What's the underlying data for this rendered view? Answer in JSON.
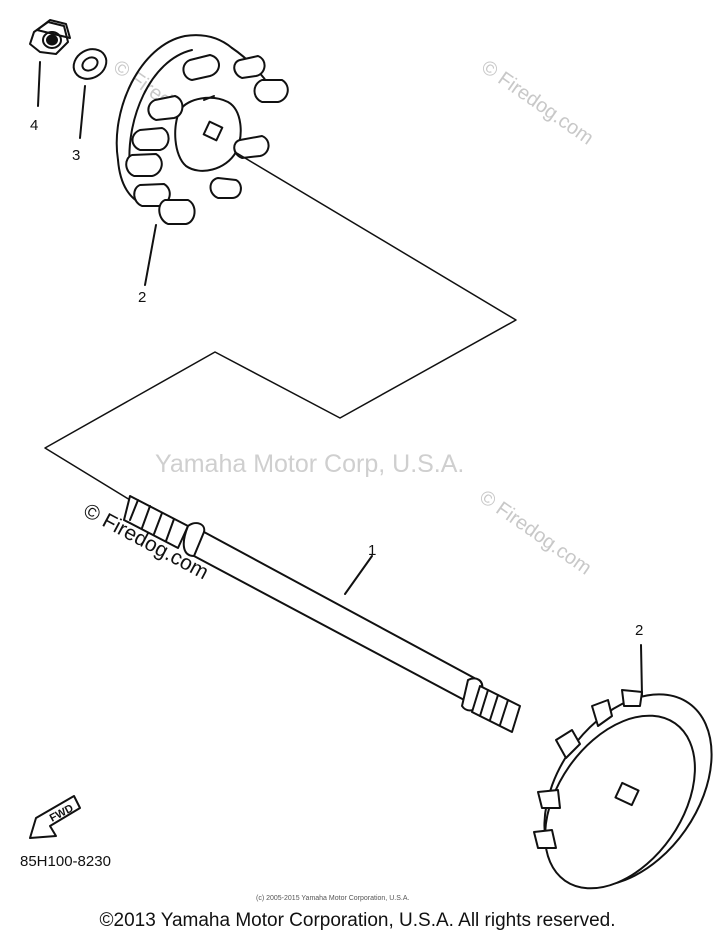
{
  "callouts": {
    "nut": "4",
    "washer": "3",
    "impeller_top": "2",
    "shaft": "1",
    "impeller_bottom": "2"
  },
  "watermarks": {
    "firedog_1": "© Firedog.com",
    "firedog_2": "© Firedog.com",
    "firedog_3": "© Firedog.com",
    "firedog_4": "© Firedog.com",
    "yamaha_center": "Yamaha Motor Corp, U.S.A."
  },
  "fwd_label": "FWD",
  "diagram_code": "85H100-8230",
  "small_copyright": "(c) 2005-2015 Yamaha Motor Corporation, U.S.A.",
  "footer_copyright": "©2013 Yamaha Motor Corporation, U.S.A. All rights reserved.",
  "colors": {
    "line": "#111111",
    "watermark": "#c8c8c8",
    "background": "#ffffff"
  }
}
